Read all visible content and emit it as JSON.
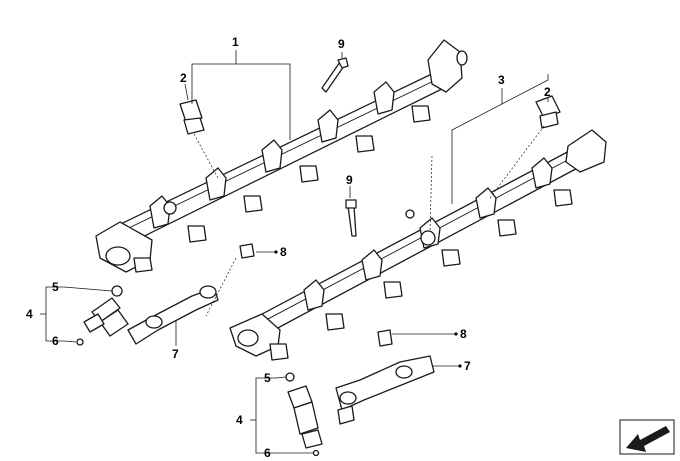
{
  "callouts": {
    "c1": "1",
    "c2a": "2",
    "c2b": "2",
    "c3": "3",
    "c4a": "4",
    "c4b": "4",
    "c5a": "5",
    "c5b": "5",
    "c6a": "6",
    "c6b": "6",
    "c7a": "7",
    "c7b": "7",
    "c8a": "8",
    "c8b": "8",
    "c9a": "9",
    "c9b": "9"
  },
  "icons": {
    "nav_arrow": "arrow-down-left-icon"
  }
}
